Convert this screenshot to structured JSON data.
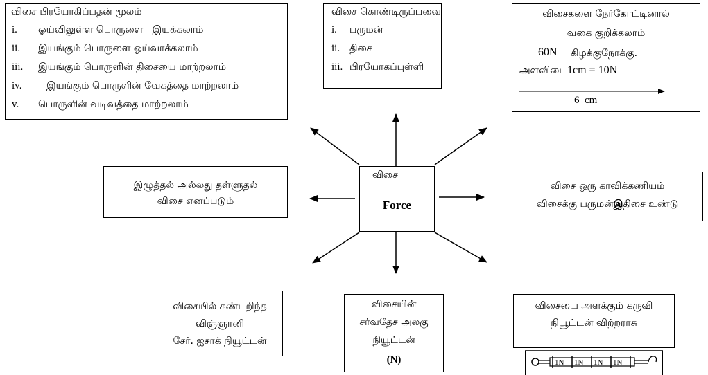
{
  "center": {
    "tamil": "விசை",
    "english": "Force"
  },
  "effects_box": {
    "heading": "விசை பிரயோகிப்பதன் மூலம்",
    "items": [
      {
        "num": "i.",
        "text": "ஓய்விலுள்ள பொருளை   இயக்கலாம்"
      },
      {
        "num": "ii.",
        "text": "இயங்கும் பொருளை ஓய்வாக்கலாம்"
      },
      {
        "num": "iii.",
        "text": "இயங்கும் பொருளின் திசையை மாற்றலாம்"
      },
      {
        "num": "iv.",
        "text": "இயங்கும் பொருளின் வேகத்தை மாற்றலாம்"
      },
      {
        "num": "v.",
        "text": "பொருளின் வடிவத்தை மாற்றலாம்"
      }
    ]
  },
  "properties_box": {
    "heading": "விசை கொண்டிருப்பவை",
    "items": [
      {
        "num": "i.",
        "text": "பருமன்"
      },
      {
        "num": "ii.",
        "text": "திசை"
      },
      {
        "num": "iii.",
        "text": "பிரயோகப்புள்ளி"
      }
    ]
  },
  "representation_box": {
    "line1": "விசைகளை நேர்கோட்டினால்",
    "line2": "வகை குறிக்கலாம்",
    "magnitude": "60N",
    "direction": "கிழக்குநோக்கு.",
    "scale_label": "அளவிடை",
    "scale_value": "1cm = 10N",
    "length": "6  cm"
  },
  "definition_box": {
    "line1": "இழுத்தல் அல்லது தள்ளுதல்",
    "line2": "விசை எனப்படும்"
  },
  "vector_box": {
    "line1": "விசை ஒரு காவிக்கணியம்",
    "line2_a": "விசைக்கு பருமன்",
    "line2_bold": "இ",
    "line2_b": "திசை உண்டு"
  },
  "scientist_box": {
    "line1": "விசையில் கண்டறிந்த",
    "line2": "விஞ்ஞானி",
    "line3": "சேர். ஐசாக் நியூட்டன்"
  },
  "unit_box": {
    "line1": "விசையின்",
    "line2": "சர்வதேச அலகு",
    "line3": "நியூட்டன்",
    "symbol": "(N)"
  },
  "instrument_box": {
    "line1": "விசையை அளக்கும் கருவி",
    "line2": "நியூட்டன் விற்றராசு",
    "scale_labels": [
      "1N",
      "1N",
      "1N",
      "1N"
    ],
    "drawing_icon": "spring-balance-icon"
  }
}
